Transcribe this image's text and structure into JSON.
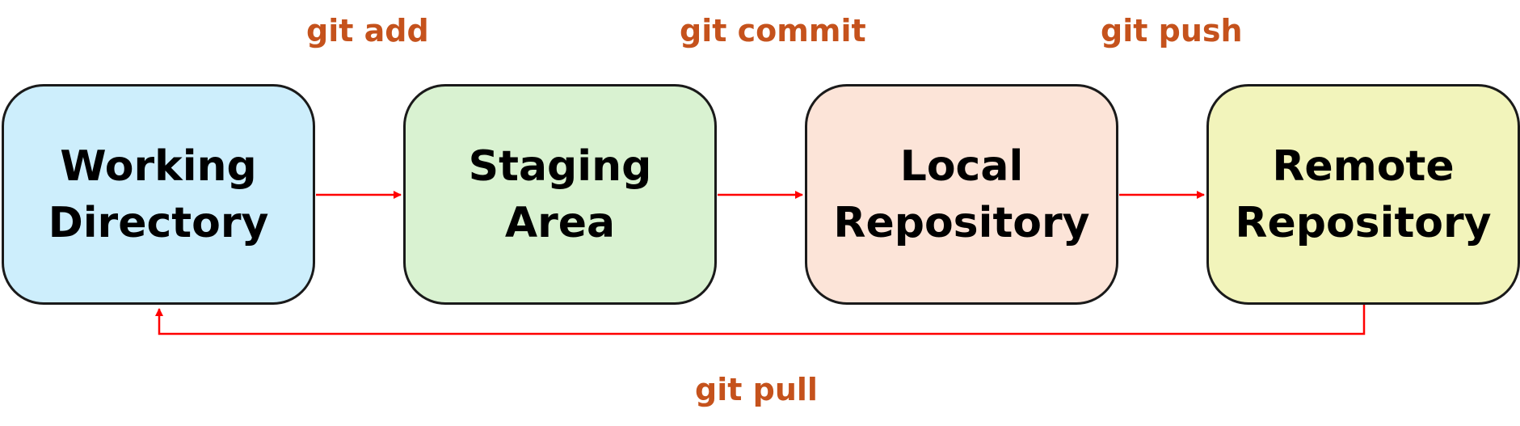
{
  "diagram": {
    "colors": {
      "command_text": "#c5521c",
      "arrow": "#ff0000",
      "box_border": "#1a1a1a"
    },
    "stages": [
      {
        "id": "working",
        "lines": [
          "Working",
          "Directory"
        ],
        "fill": "#cdeefc"
      },
      {
        "id": "staging",
        "lines": [
          "Staging",
          "Area"
        ],
        "fill": "#d9f2d1"
      },
      {
        "id": "local",
        "lines": [
          "Local",
          "Repository"
        ],
        "fill": "#fce4d8"
      },
      {
        "id": "remote",
        "lines": [
          "Remote",
          "Repository"
        ],
        "fill": "#f2f4bb"
      }
    ],
    "commands": {
      "add": "git add",
      "commit": "git commit",
      "push": "git push",
      "pull": "git pull"
    }
  }
}
